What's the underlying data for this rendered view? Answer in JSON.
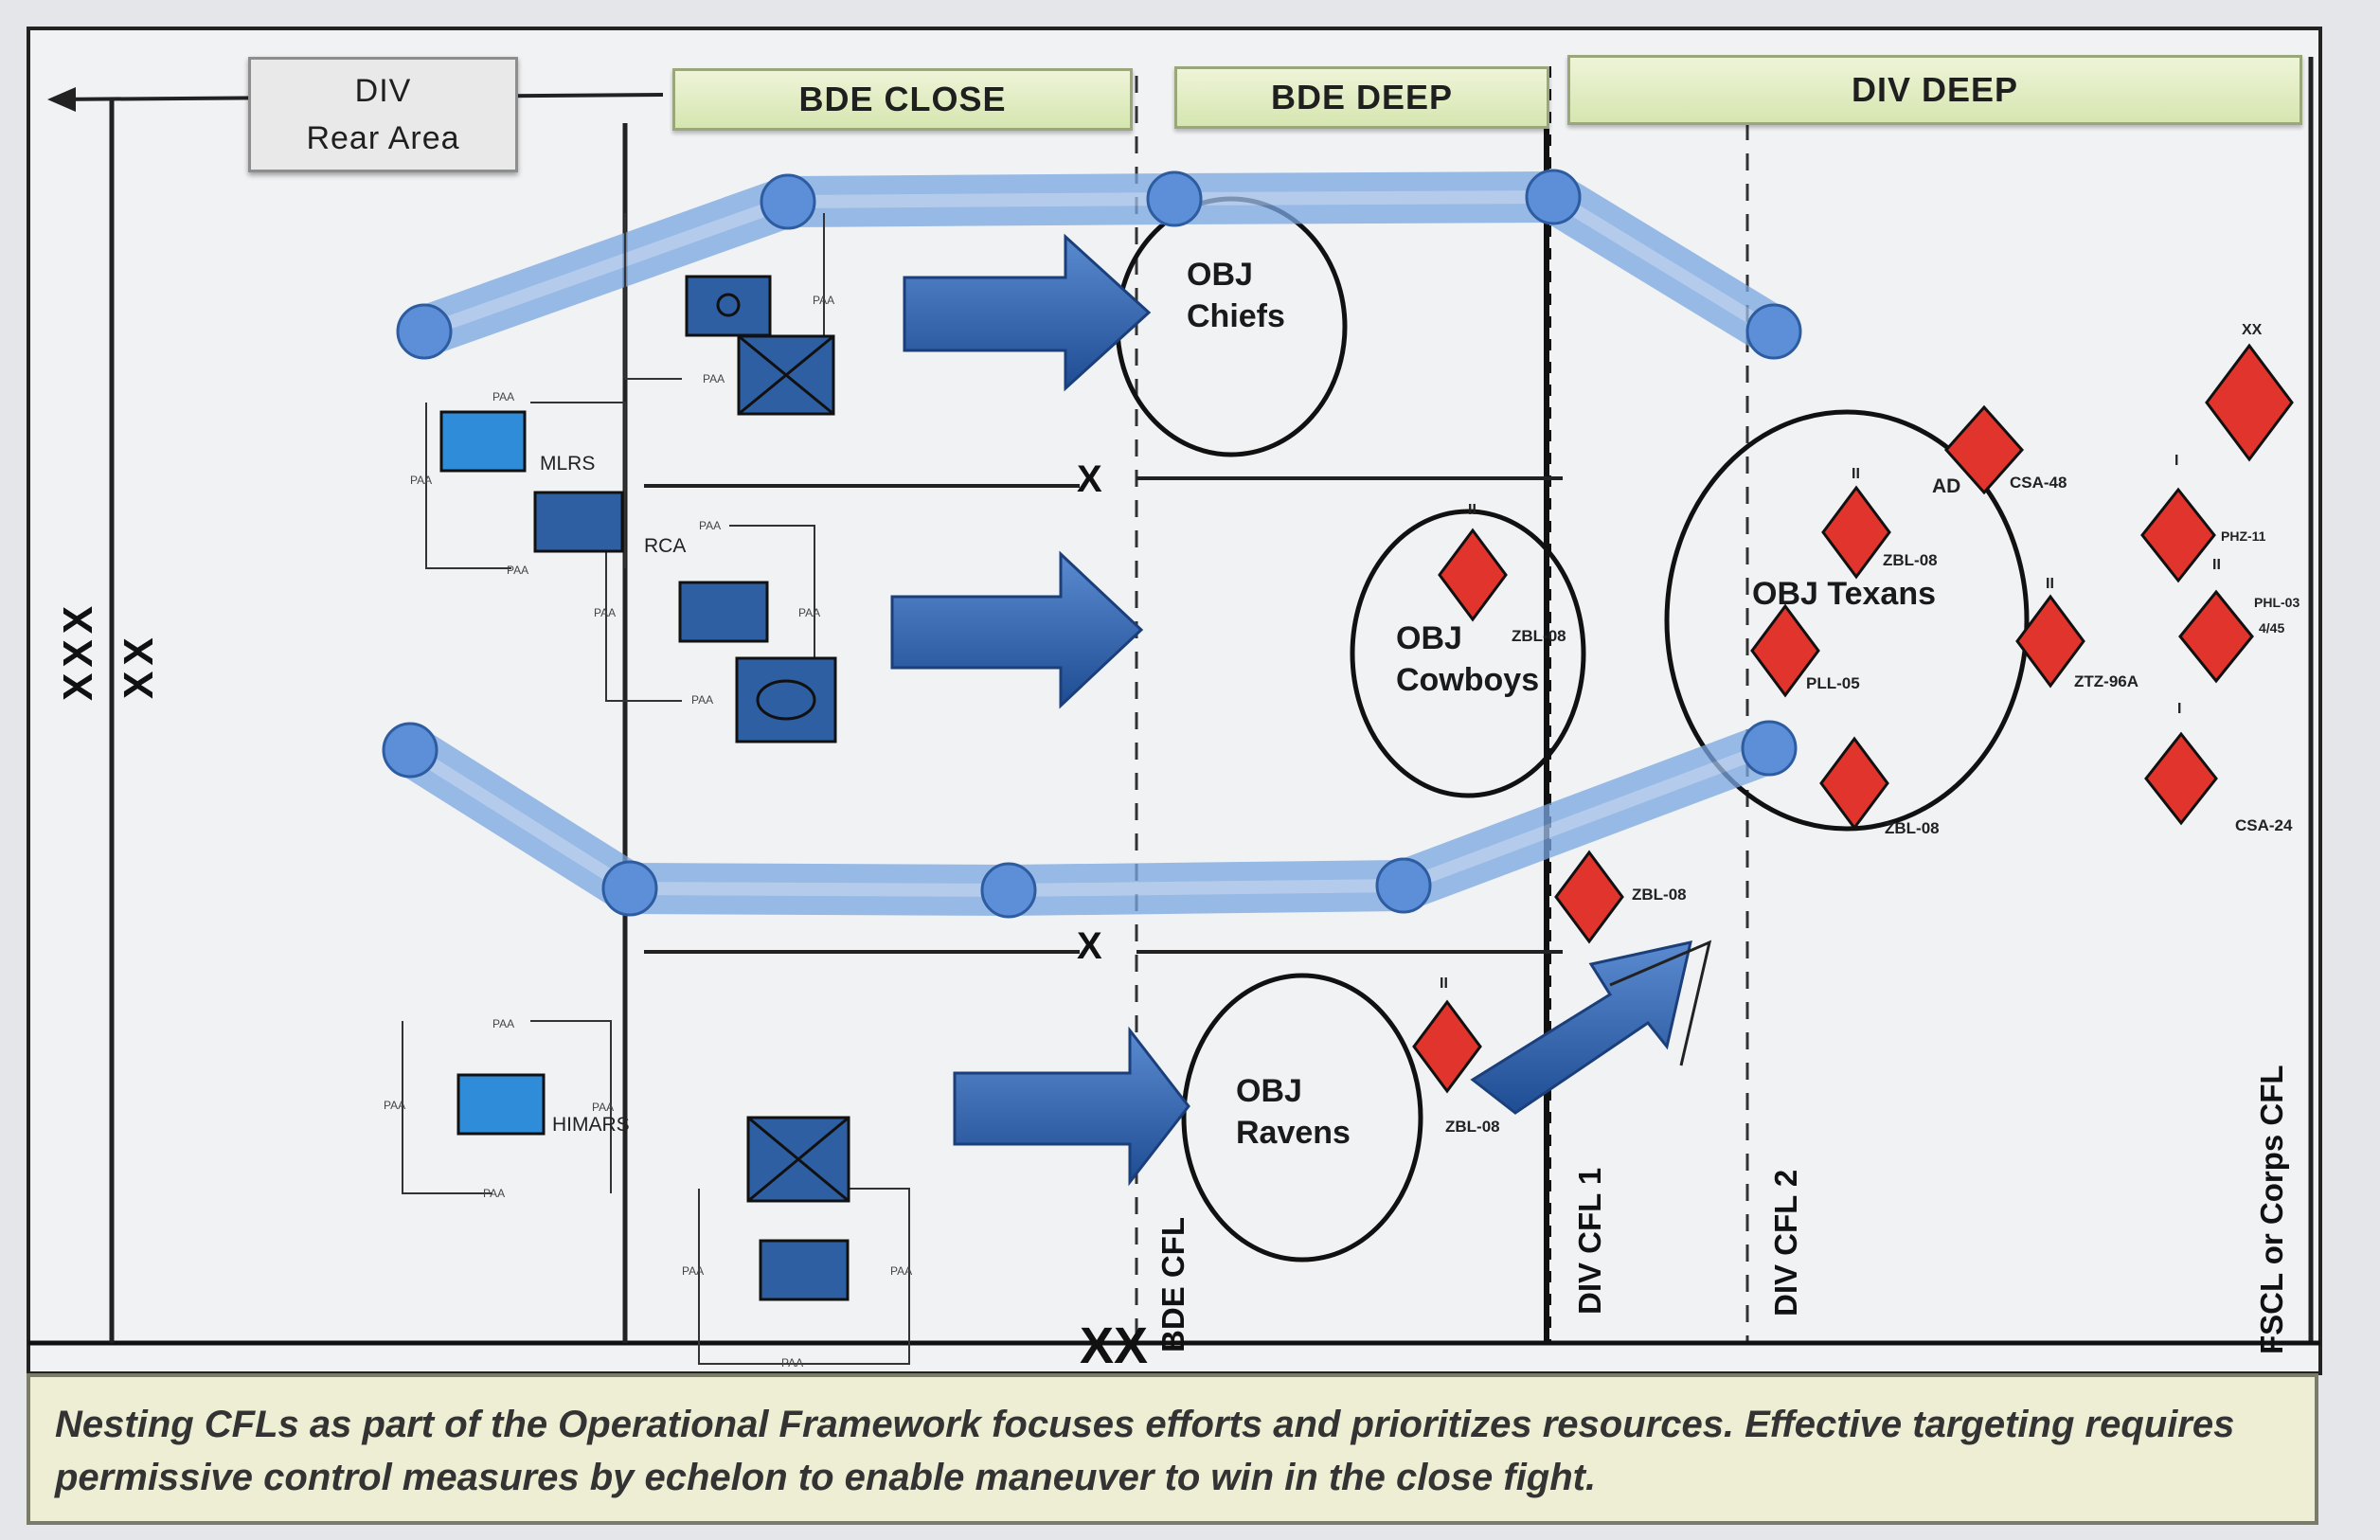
{
  "zones": {
    "div_rear": [
      "DIV",
      "Rear Area"
    ],
    "bde_close": "BDE CLOSE",
    "bde_deep": "BDE DEEP",
    "div_deep": "DIV DEEP"
  },
  "objectives": {
    "chiefs": [
      "OBJ",
      "Chiefs"
    ],
    "cowboys": [
      "OBJ",
      "Cowboys"
    ],
    "ravens": [
      "OBJ",
      "Ravens"
    ],
    "texans": "OBJ Texans"
  },
  "cfl_labels": {
    "bde_cfl": "BDE CFL",
    "div_cfl1": "DIV CFL 1",
    "div_cfl2": "DIV CFL 2",
    "fscl": "FSCL or Corps CFL"
  },
  "boundary_marks": {
    "xxx": "XXX",
    "xx_left": "XX",
    "x_upper": "X",
    "x_lower": "X",
    "xx_bottom": "XX"
  },
  "unit_labels": {
    "mlrs": "MLRS",
    "rca": "RCA",
    "himars": "HIMARS",
    "paa": "PAA"
  },
  "enemy_labels": {
    "zbl08_cowboys": "ZBL-08",
    "zbl08_ravens": "ZBL-08",
    "zbl08_mid": "ZBL-08",
    "ad": "AD",
    "csa48": "CSA-48",
    "zbl08_texans": "ZBL-08",
    "pll05": "PLL-05",
    "ztz96a": "ZTZ-96A",
    "zbl08_bottom": "ZBL-08",
    "phz11": "PHZ-11",
    "phl03": "PHL-03",
    "phl_sub": "4/45",
    "csa24": "CSA-24"
  },
  "echelon_marks": {
    "xx": "XX",
    "i": "I",
    "ii": "II"
  },
  "caption": "Nesting CFLs as part of the Operational Framework focuses efforts and prioritizes resources. Effective targeting requires permissive control measures by echelon to enable maneuver to win in the close fight.",
  "colors": {
    "friendly_fill": "#2e5fa3",
    "enemy_fill": "#e0342c",
    "cfl_pipe": "#7aa6e0",
    "zone_green": "#d6e6b0"
  },
  "icons": [
    "mlrs-launcher-icon",
    "radar-icon",
    "armor-icon",
    "himars-icon",
    "air-defense-icon",
    "enemy-artillery-icon"
  ]
}
